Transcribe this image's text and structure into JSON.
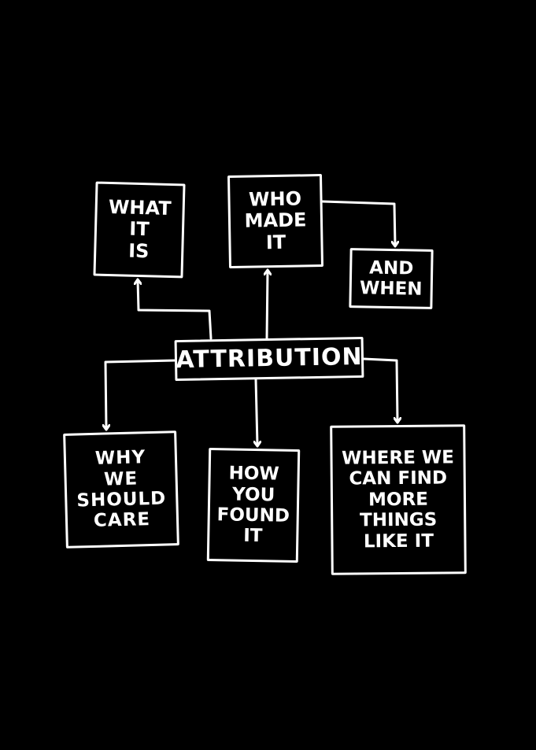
{
  "diagram": {
    "colors": {
      "background": "#000000",
      "ink": "#ffffff"
    },
    "center": {
      "lines": [
        "ATTRIBUTION"
      ]
    },
    "nodes": {
      "what": {
        "lines": [
          "WHAT",
          "IT",
          "IS"
        ]
      },
      "who": {
        "lines": [
          "WHO",
          "MADE",
          "IT"
        ]
      },
      "when": {
        "lines": [
          "AND",
          "WHEN"
        ]
      },
      "why": {
        "lines": [
          "WHY",
          "WE",
          "SHOULD",
          "CARE"
        ]
      },
      "how": {
        "lines": [
          "HOW",
          "YOU",
          "FOUND",
          "IT"
        ]
      },
      "where": {
        "lines": [
          "WHERE WE",
          "CAN FIND",
          "MORE",
          "THINGS",
          "LIKE IT"
        ]
      }
    }
  }
}
